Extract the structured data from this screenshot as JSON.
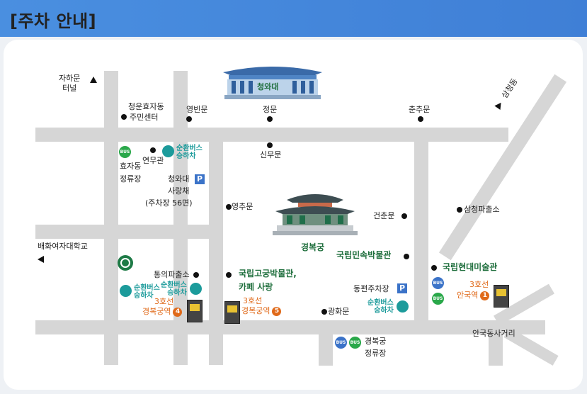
{
  "header": {
    "title": "[주차 안내]"
  },
  "landmarks": {
    "jahamun_tunnel": "자하문\n터널",
    "cheongun_center_1": "청운효자동",
    "cheongun_center_2": "주민센터",
    "yeongbinmun": "영빈문",
    "jeongmun": "정문",
    "chunchumun": "춘추문",
    "samcheongdong": "삼청동",
    "cheongwadae": "청와대",
    "yeonmugwan": "연무관",
    "hyoja_stop_1": "효자동",
    "hyoja_stop_2": "정류장",
    "sinmumun": "신무문",
    "sarangchae_1": "청와대",
    "sarangchae_2": "사랑채",
    "sarangchae_3": "(주차장 56면)",
    "yeongchumun": "영추문",
    "geonchunmun": "건춘문",
    "samcheong_police": "삼청파출소",
    "gyeongbokgung": "경복궁",
    "folk_museum": "국립민속박물관",
    "baehwa": "배화여자대학교",
    "tongui_police": "통의파출소",
    "palace_museum_1": "국립고궁박물관,",
    "palace_museum_2": "카페 사랑",
    "mmca": "국립현대미술관",
    "dongpyeon_parking": "동편주차장",
    "gwanghwamun": "광화문",
    "anguk_intersection": "안국동사거리",
    "gyeongbok_stop_1": "경복궁",
    "gyeongbok_stop_2": "정류장"
  },
  "shuttle": {
    "label_1": "순환버스",
    "label_2": "승하차"
  },
  "subway": {
    "line3": "3호선",
    "gyeongbokgung_station": "경복궁역",
    "anguk_station": "안국역",
    "exit4": "4",
    "exit5": "5",
    "exit1": "1"
  },
  "badges": {
    "bus": "BUS",
    "parking": "P"
  },
  "colors": {
    "header": "#4a8fe0",
    "road": "#d6d6d6",
    "green_label": "#1e6e3c",
    "shuttle_teal": "#1c9b9b",
    "subway_orange": "#e06a1a",
    "bus_blue": "#3b73c8",
    "bus_green": "#2aa84a"
  }
}
